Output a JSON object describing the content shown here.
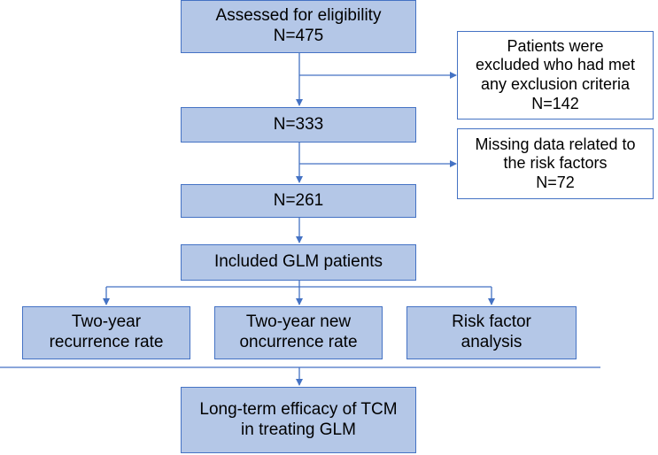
{
  "colors": {
    "box_fill": "#b4c7e7",
    "box_border": "#4472c4",
    "arrow": "#4472c4"
  },
  "nodes": {
    "assessed": {
      "line1": "Assessed for eligibility",
      "line2": "N=475"
    },
    "excluded": {
      "line1": "Patients were",
      "line2": "excluded who had met",
      "line3": "any exclusion criteria",
      "line4": "N=142"
    },
    "n333": {
      "line1": "N=333"
    },
    "missing": {
      "line1": "Missing data related to",
      "line2": "the risk factors",
      "line3": "N=72"
    },
    "n261": {
      "line1": "N=261"
    },
    "included": {
      "line1": "Included GLM patients"
    },
    "recurrence": {
      "line1": "Two-year",
      "line2": "recurrence rate"
    },
    "oncurrence": {
      "line1": "Two-year new",
      "line2": "oncurrence rate"
    },
    "risk": {
      "line1": "Risk factor",
      "line2": "analysis"
    },
    "efficacy": {
      "line1": "Long-term efficacy of TCM",
      "line2": "in treating GLM"
    }
  }
}
